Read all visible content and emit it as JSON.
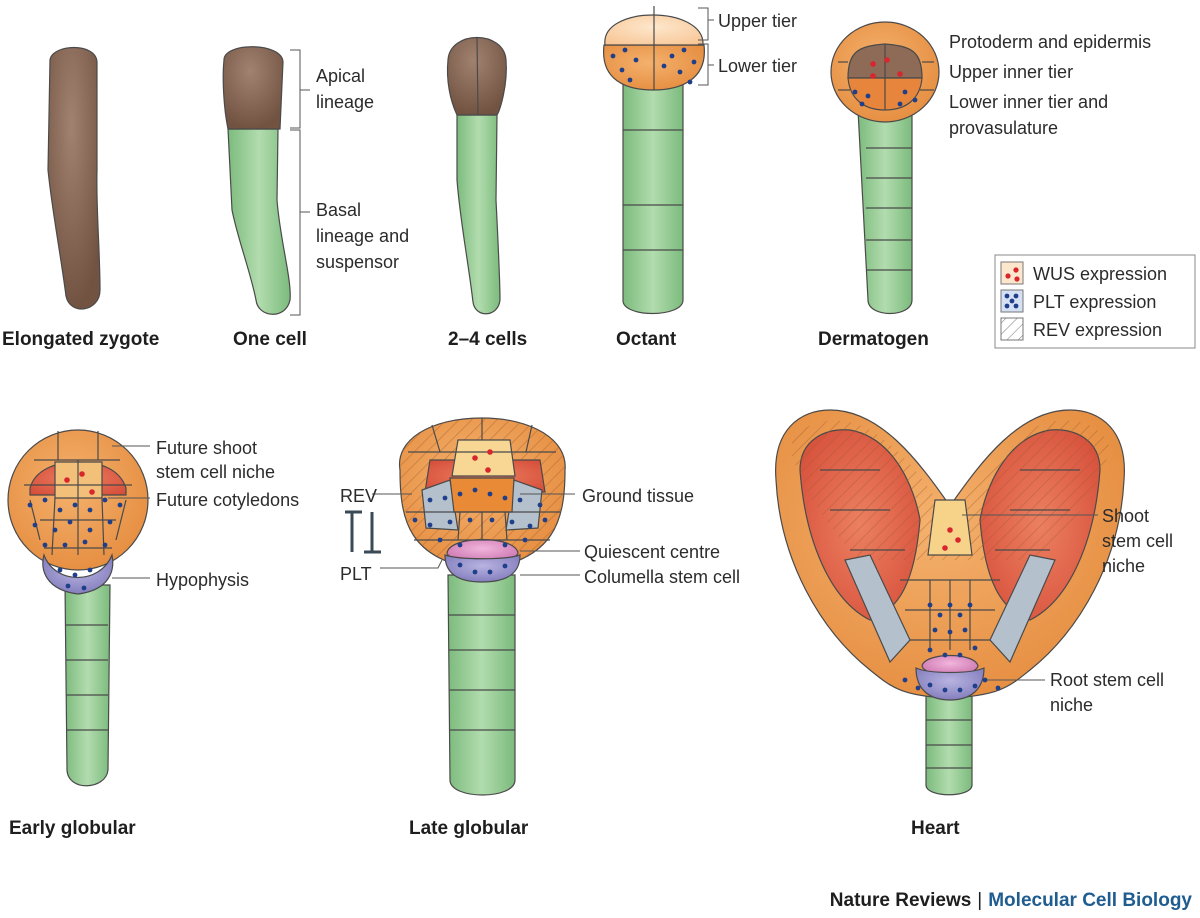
{
  "stages": {
    "elongated_zygote": "Elongated zygote",
    "one_cell": "One cell",
    "two_four_cells": "2–4 cells",
    "octant": "Octant",
    "dermatogen": "Dermatogen",
    "early_globular": "Early globular",
    "late_globular": "Late globular",
    "heart": "Heart"
  },
  "labels": {
    "apical_1": "Apical",
    "apical_2": "lineage",
    "basal_1": "Basal",
    "basal_2": "lineage and",
    "basal_3": "suspensor",
    "upper_tier": "Upper tier",
    "lower_tier": "Lower tier",
    "protoderm": "Protoderm and epidermis",
    "upper_inner": "Upper inner tier",
    "lower_inner_1": "Lower inner tier and",
    "lower_inner_2": "provasulature",
    "future_shoot_1": "Future shoot",
    "future_shoot_2": "stem cell niche",
    "future_cot": "Future cotyledons",
    "hypophysis": "Hypophysis",
    "rev": "REV",
    "plt": "PLT",
    "ground": "Ground tissue",
    "quiescent": "Quiescent centre",
    "columella": "Columella stem cell",
    "shoot_1": "Shoot",
    "shoot_2": "stem cell",
    "shoot_3": "niche",
    "root_1": "Root stem cell",
    "root_2": "niche"
  },
  "legend": {
    "wus": "WUS expression",
    "plt": "PLT expression",
    "rev": "REV expression"
  },
  "footer": {
    "journal": "Nature Reviews",
    "separator": "|",
    "section": "Molecular Cell Biology"
  },
  "colors": {
    "suspensor": "#8fc98f",
    "zygote": "#7d5d4a",
    "apical": "#e99049",
    "upper_tier": "#fbd4aa",
    "red_domain": "#d95a45",
    "hypophysis": "#8a86c4",
    "quiescent": "#d27fb8",
    "ground": "#b4c0cc",
    "wus_dot": "#d8262d",
    "plt_dot": "#1f3f8a"
  }
}
